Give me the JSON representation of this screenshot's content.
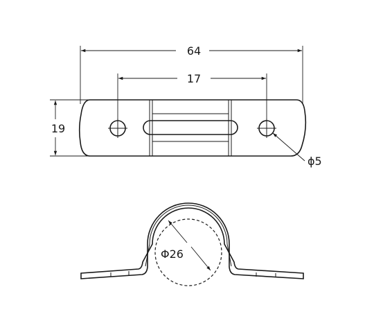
{
  "dimensions": {
    "overall_length": "64",
    "hole_spacing": "17",
    "height": "19",
    "hole_diameter": "ϕ5",
    "pipe_diameter": "Φ26"
  }
}
